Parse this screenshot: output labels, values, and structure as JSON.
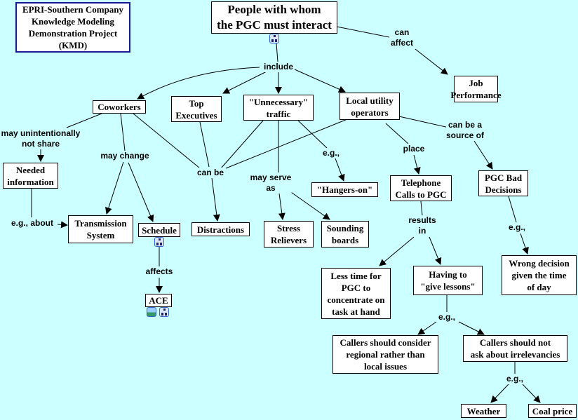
{
  "colors": {
    "background": "#ccffff",
    "node_fill": "#ffffff",
    "title_border": "#1a1a90"
  },
  "title_box": "EPRI-Southern Company\nKnowledge Modeling\nDemonstration Project\n(KMD)",
  "concepts": {
    "root": "People with whom\nthe PGC must interact",
    "job_performance": "Job\nPerformance",
    "coworkers": "Coworkers",
    "top_executives": "Top\nExecutives",
    "unnecessary_traffic": "\"Unnecessary\"\ntraffic",
    "local_utility": "Local utility\noperators",
    "needed_information": "Needed\ninformation",
    "transmission_system": "Transmission\nSystem",
    "schedule": "Schedule",
    "distractions": "Distractions",
    "stress_relievers": "Stress\nRelievers",
    "sounding_boards": "Sounding\nboards",
    "hangers_on": "\"Hangers-on\"",
    "telephone_calls": "Telephone\nCalls to PGC",
    "pgc_bad_decisions": "PGC Bad\nDecisions",
    "ace": "ACE",
    "less_time": "Less time for\nPGC to\nconcentrate on\ntask at hand",
    "give_lessons": "Having to\n\"give lessons\"",
    "wrong_decision": "Wrong decision\ngiven the time\nof day",
    "regional_issues": "Callers should consider\nregional rather than\nlocal issues",
    "irrelevancies": "Callers should not\nask about irrelevancies",
    "weather": "Weather",
    "coal_price": "Coal price"
  },
  "phrases": {
    "can_affect": "can\naffect",
    "include": "include",
    "may_not_share": "may unintentionally\nnot share",
    "may_change": "may change",
    "can_be": "can be",
    "may_serve_as": "may serve\nas",
    "eg_hangers": "e.g.,",
    "place": "place",
    "source_of": "can be a\nsource of",
    "eg_about": "e.g., about",
    "affects": "affects",
    "results_in": "results\nin",
    "eg_wrong": "e.g.,",
    "eg_lessons": "e.g.,",
    "eg_irrelevancies": "e.g.,"
  },
  "icons": {
    "cmap_link": "concept-map-icon",
    "image_link": "image-icon"
  }
}
